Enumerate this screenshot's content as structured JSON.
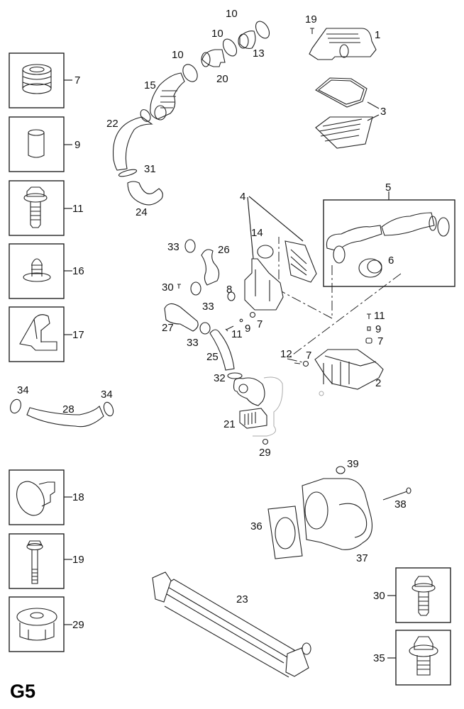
{
  "page_code": "G5",
  "inset_parts": [
    {
      "id": "inset-7",
      "label": "7",
      "icon": "rubber-grommet-icon"
    },
    {
      "id": "inset-9",
      "label": "9",
      "icon": "spacer-sleeve-icon"
    },
    {
      "id": "inset-11",
      "label": "11",
      "icon": "flange-bolt-icon"
    },
    {
      "id": "inset-16",
      "label": "16",
      "icon": "push-rivet-icon"
    },
    {
      "id": "inset-17",
      "label": "17",
      "icon": "bracket-icon"
    },
    {
      "id": "inset-18",
      "label": "18",
      "icon": "rubber-bumper-icon"
    },
    {
      "id": "inset-19",
      "label": "19",
      "icon": "long-bolt-icon"
    },
    {
      "id": "inset-29",
      "label": "29",
      "icon": "flange-nut-icon"
    },
    {
      "id": "inset-30",
      "label": "30",
      "icon": "hex-bolt-icon"
    },
    {
      "id": "inset-35",
      "label": "35",
      "icon": "short-hex-bolt-icon"
    }
  ],
  "callouts": {
    "c1": "1",
    "c2": "2",
    "c3": "3",
    "c4": "4",
    "c5": "5",
    "c6": "6",
    "c7a": "7",
    "c7b": "7",
    "c7c": "7",
    "c8": "8",
    "c9a": "9",
    "c9b": "9",
    "c10a": "10",
    "c10b": "10",
    "c10c": "10",
    "c11a": "11",
    "c11b": "11",
    "c12": "12",
    "c13": "13",
    "c14": "14",
    "c15": "15",
    "c19": "19",
    "c20": "20",
    "c21": "21",
    "c22": "22",
    "c23": "23",
    "c24": "24",
    "c25": "25",
    "c26": "26",
    "c27": "27",
    "c28": "28",
    "c29": "29",
    "c30": "30",
    "c31": "31",
    "c32": "32",
    "c33a": "33",
    "c33b": "33",
    "c33c": "33",
    "c34a": "34",
    "c34b": "34",
    "c36": "36",
    "c37": "37",
    "c38": "38",
    "c39": "39"
  }
}
